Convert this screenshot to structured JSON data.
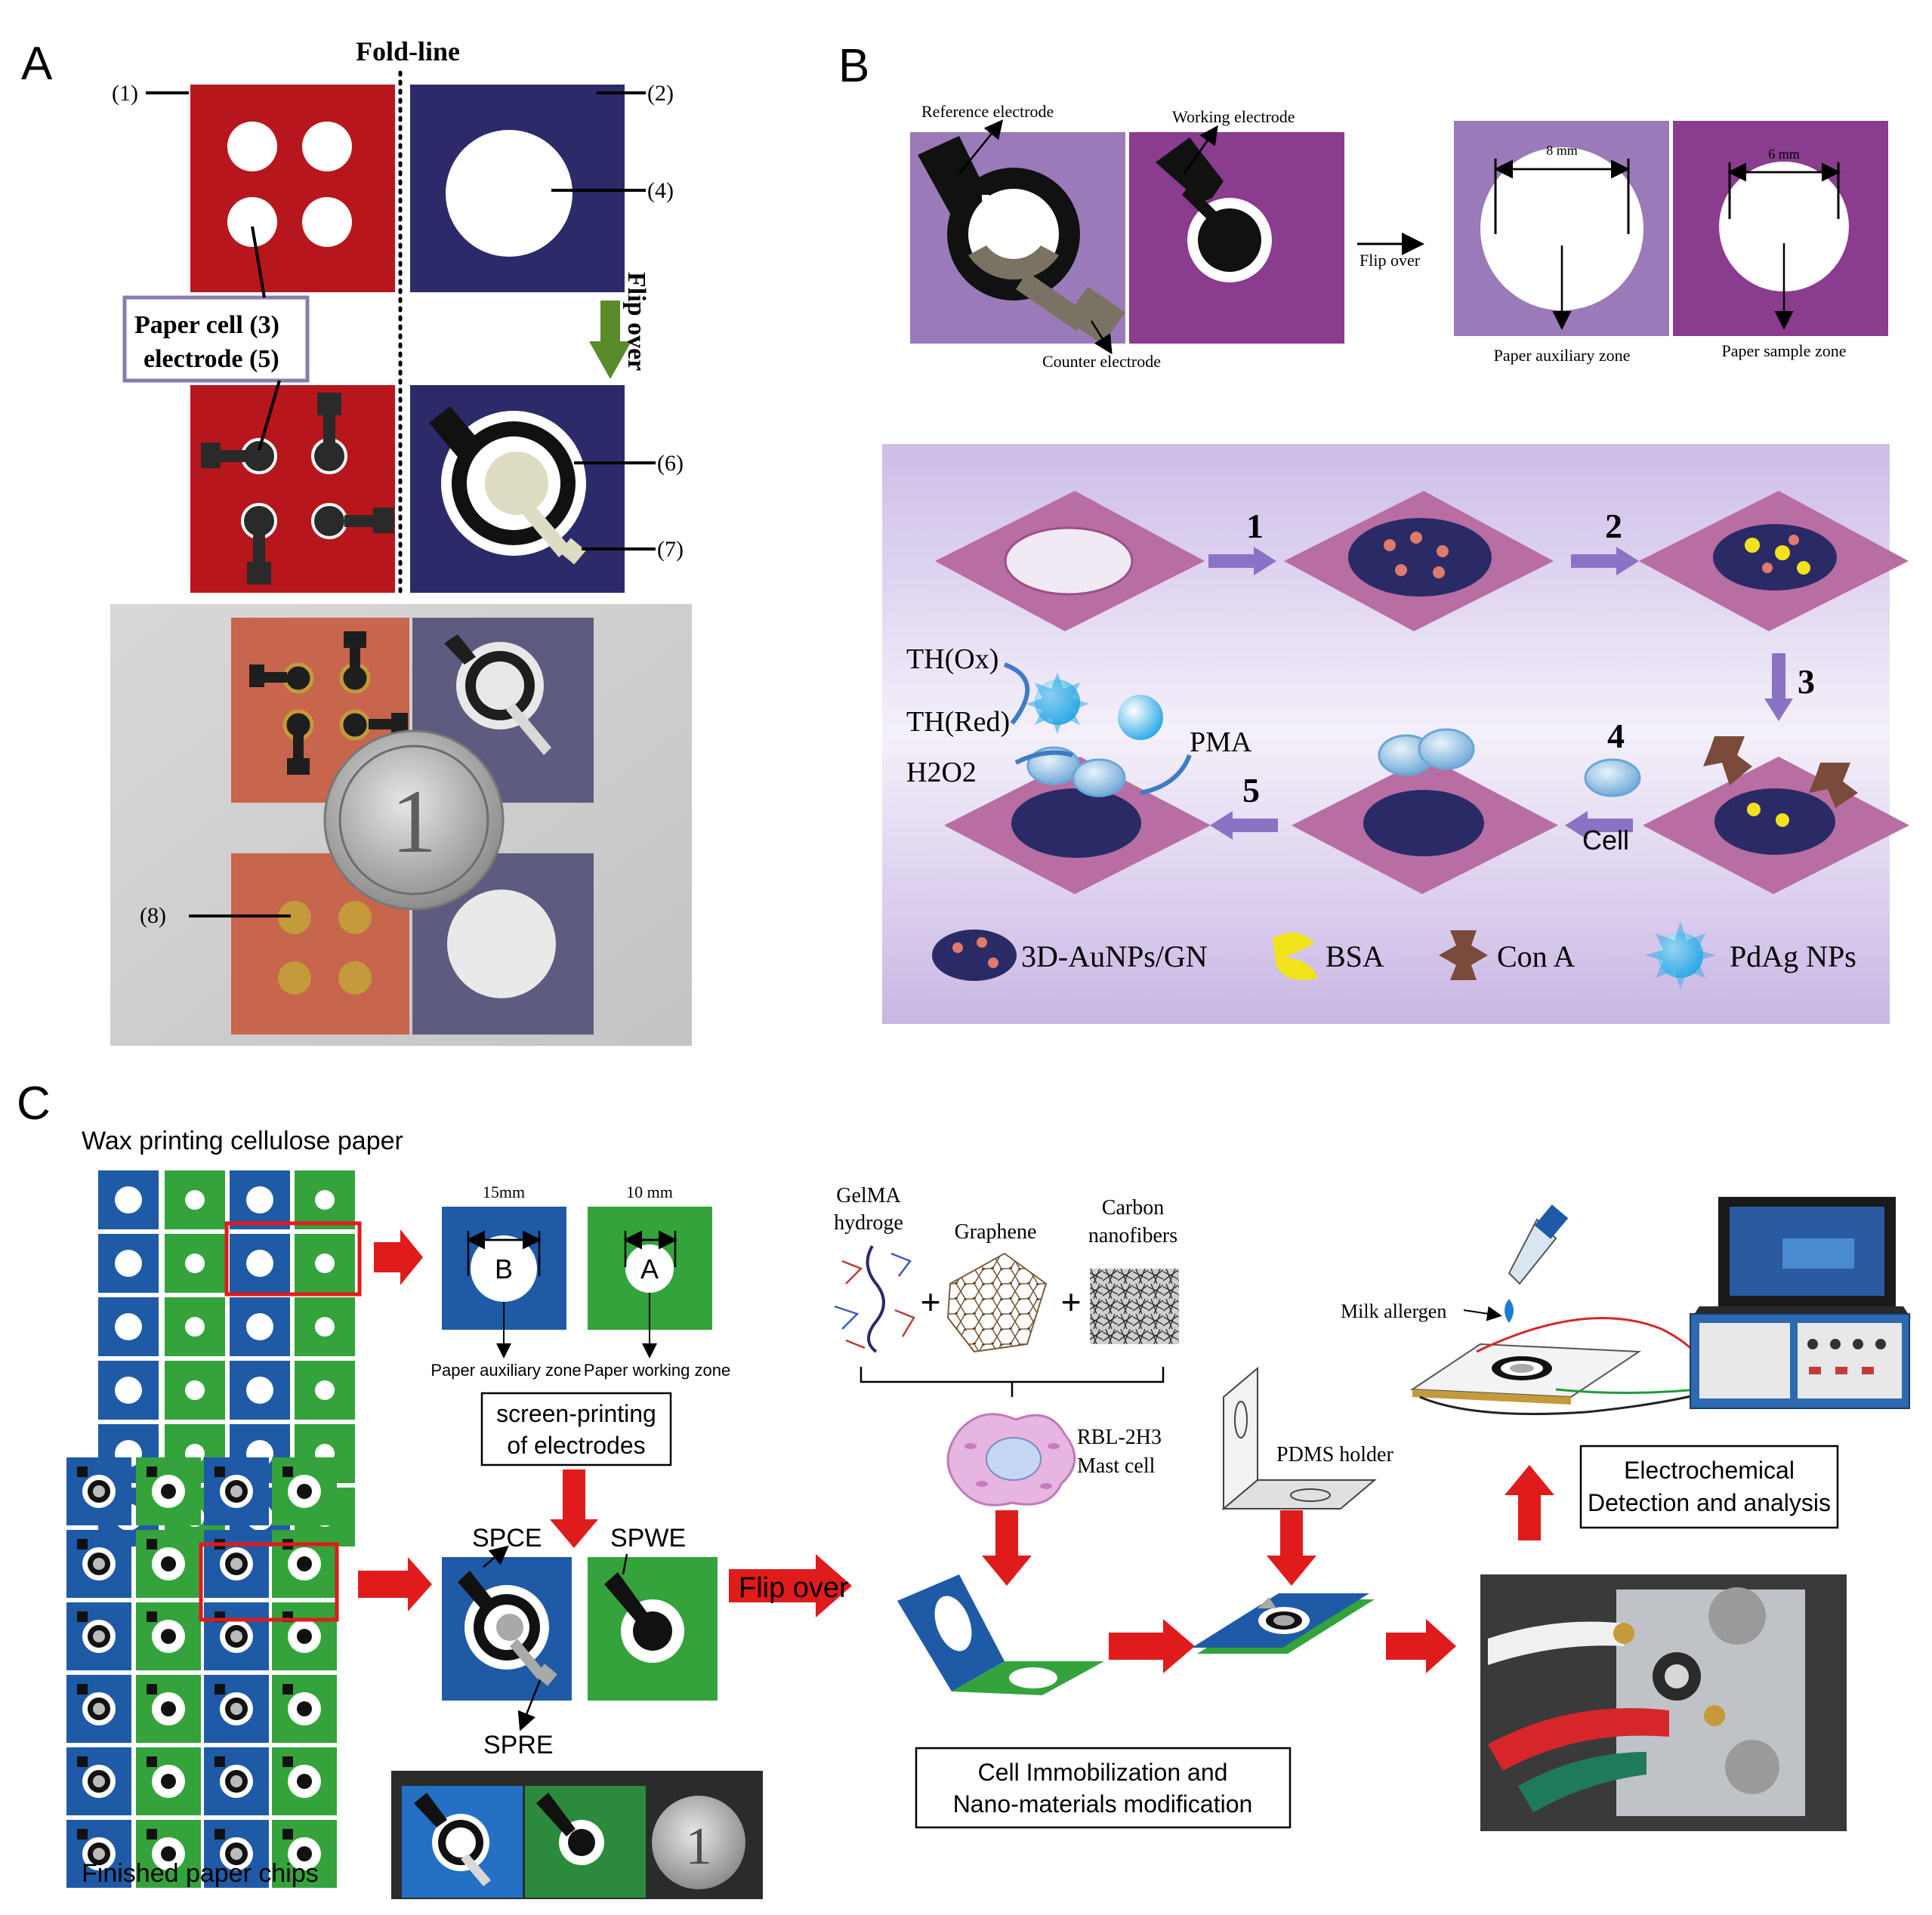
{
  "panel_a": {
    "letter": "A",
    "fold_line": "Fold-line",
    "flip_over": "Flip over",
    "callout_1": "(1)",
    "callout_2": "(2)",
    "callout_3_label": "Paper cell (3)",
    "callout_5_label": "electrode  (5)",
    "callout_4": "(4)",
    "callout_6": "(6)",
    "callout_7": "(7)",
    "callout_8": "(8)",
    "colors": {
      "red": "#b7161d",
      "navy": "#2c2a69",
      "green_arrow": "#5a8a2a",
      "box": "#8a7bb0"
    }
  },
  "panel_b": {
    "letter": "B",
    "reference_electrode": "Reference electrode",
    "working_electrode": "Working electrode",
    "counter_electrode": "Counter electrode",
    "flip_over": "Flip over",
    "dim_8mm": "8 mm",
    "dim_6mm": "6 mm",
    "paper_auxiliary_zone": "Paper auxiliary zone",
    "paper_sample_zone": "Paper sample zone",
    "steps": [
      "1",
      "2",
      "3",
      "4",
      "5"
    ],
    "th_ox": "TH(Ox)",
    "th_red": "TH(Red)",
    "h2o2": "H2O2",
    "pma": "PMA",
    "cell": "Cell",
    "legend": [
      "3D-AuNPs/GN",
      "BSA",
      "Con A",
      "PdAg NPs"
    ],
    "colors": {
      "light_purple": "#9a7ab8",
      "dark_purple": "#8a3c8e",
      "arrow": "#8a72c4",
      "sheet": "#b86ea2"
    }
  },
  "panel_c": {
    "letter": "C",
    "wax_printing": "Wax printing cellulose paper",
    "dim_15mm": "15mm",
    "dim_10mm": "10 mm",
    "label_b": "B",
    "label_a": "A",
    "paper_auxiliary_zone": "Paper auxiliary zone",
    "paper_working_zone": "Paper working zone",
    "screen_printing_line1": "screen-printing",
    "screen_printing_line2": "of electrodes",
    "spce": "SPCE",
    "spwe": "SPWE",
    "spre": "SPRE",
    "flip_over": "Flip over",
    "finished_chips": "Finished paper chips",
    "gelma_line1": "GelMA",
    "gelma_line2": "hydroge",
    "graphene": "Graphene",
    "carbon_line1": "Carbon",
    "carbon_line2": "nanofibers",
    "plus": "+",
    "rbl_line1": "RBL-2H3",
    "rbl_line2": "Mast cell",
    "pdms_holder": "PDMS holder",
    "milk_allergen": "Milk allergen",
    "cell_immob_line1": "Cell Immobilization and",
    "cell_immob_line2": "Nano-materials modification",
    "electrochem_line1": "Electrochemical",
    "electrochem_line2": "Detection and analysis",
    "colors": {
      "blue": "#1f5aa6",
      "green": "#34a33c",
      "red_arrow": "#e01b1b"
    }
  }
}
